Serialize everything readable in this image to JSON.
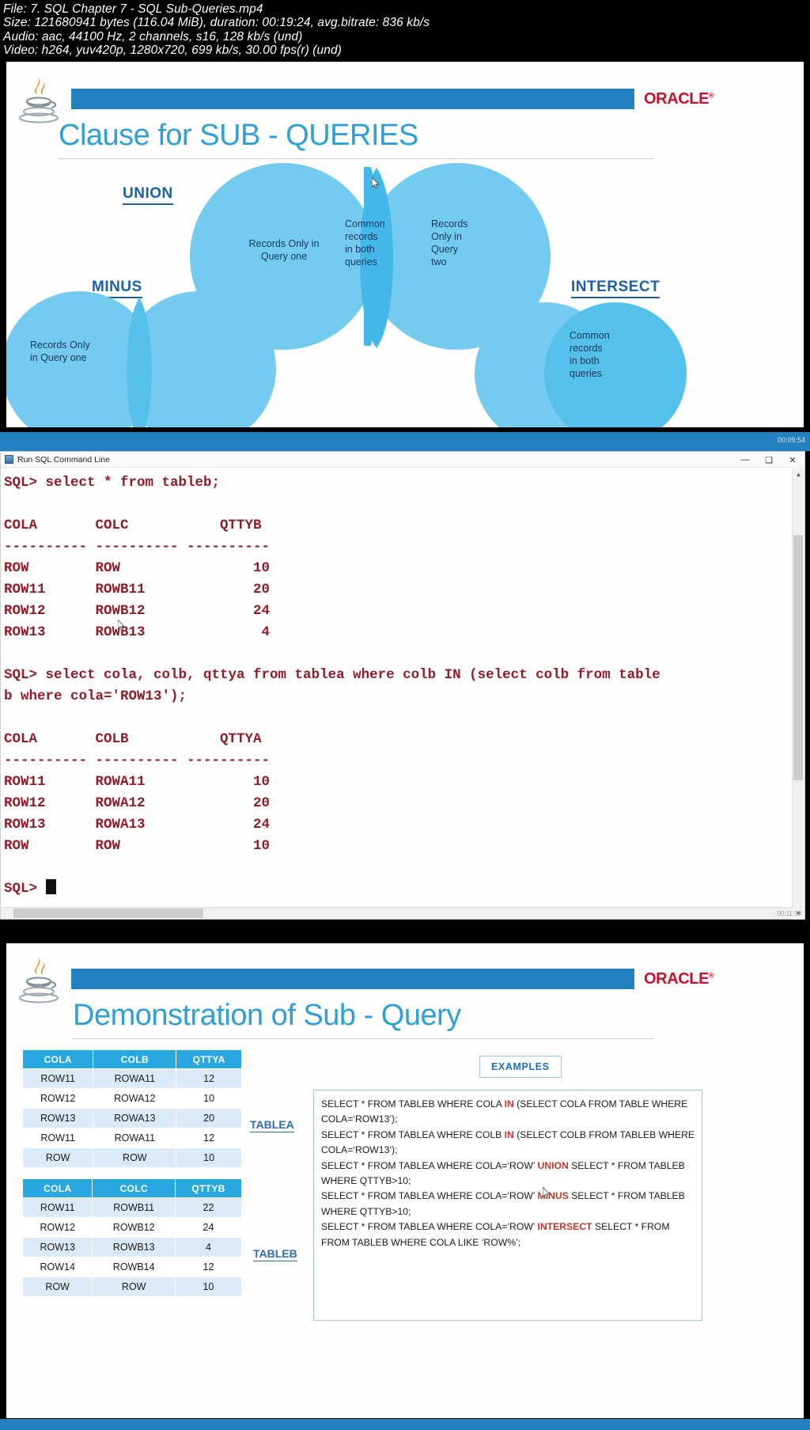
{
  "media_info": {
    "file_line": "File: 7. SQL Chapter 7 - SQL Sub-Queries.mp4",
    "size_line": "Size: 121680941 bytes (116.04 MiB), duration: 00:19:24, avg.bitrate: 836 kb/s",
    "audio_line": "Audio: aac, 44100 Hz, 2 channels, s16, 128 kb/s (und)",
    "video_line": "Video: h264, yuv420p, 1280x720, 699 kb/s, 30.00 fps(r) (und)"
  },
  "slide1": {
    "brand": "ORACLE",
    "brand_mark": "®",
    "title": "Clause for SUB - QUERIES",
    "labels": {
      "union": "UNION",
      "minus": "MINUS",
      "intersect": "INTERSECT"
    },
    "union_texts": {
      "left": "Records Only in\nQuery one",
      "middle": "Common\nrecords\nin both\nqueries",
      "right": "Records\nOnly in\nQuery\ntwo"
    },
    "minus_text": "Records Only\nin Query one",
    "intersect_text": "Common\nrecords\nin both\nqueries"
  },
  "terminal": {
    "window_title": "Run SQL Command Line",
    "top_timestamp": "00:09:54",
    "bottom_timestamp": "00:11:38",
    "minimize_label": "—",
    "maximize_label": "❑",
    "close_label": "✕",
    "lines": [
      "SQL> select * from tableb;",
      "",
      "COLA       COLC           QTTYB",
      "---------- ---------- ----------",
      "ROW        ROW                10",
      "ROW11      ROWB11             20",
      "ROW12      ROWB12             24",
      "ROW13      ROWB13              4",
      "",
      "SQL> select cola, colb, qttya from tablea where colb IN (select colb from table",
      "b where cola='ROW13');",
      "",
      "COLA       COLB           QTTYA",
      "---------- ---------- ----------",
      "ROW11      ROWA11             10",
      "ROW12      ROWA12             20",
      "ROW13      ROWA13             24",
      "ROW        ROW                10",
      "",
      "SQL> "
    ]
  },
  "slide3": {
    "brand": "ORACLE",
    "brand_mark": "®",
    "title": "Demonstration of Sub - Query",
    "examples_button": "EXAMPLES",
    "tablea_link": "TABLEA",
    "tableb_link": "TABLEB",
    "tablea": {
      "headers": [
        "COLA",
        "COLB",
        "QTTYA"
      ],
      "rows": [
        [
          "ROW11",
          "ROWA11",
          "12"
        ],
        [
          "ROW12",
          "ROWA12",
          "10"
        ],
        [
          "ROW13",
          "ROWA13",
          "20"
        ],
        [
          "ROW11",
          "ROWA11",
          "12"
        ],
        [
          "ROW",
          "ROW",
          "10"
        ]
      ]
    },
    "tableb": {
      "headers": [
        "COLA",
        "COLC",
        "QTTYB"
      ],
      "rows": [
        [
          "ROW11",
          "ROWB11",
          "22"
        ],
        [
          "ROW12",
          "ROWB12",
          "24"
        ],
        [
          "ROW13",
          "ROWB13",
          "4"
        ],
        [
          "ROW14",
          "ROWB14",
          "12"
        ],
        [
          "ROW",
          "ROW",
          "10"
        ]
      ]
    },
    "examples": [
      {
        "pre": "SELECT * FROM TABLEB WHERE COLA ",
        "kw": "IN",
        "post": " (SELECT COLA FROM TABLE WHERE COLA=‘ROW13’);"
      },
      {
        "pre": "SELECT * FROM TABLEA WHERE COLB ",
        "kw": "IN",
        "post": " (SELECT COLB FROM TABLEB WHERE COLA=‘ROW13’);"
      },
      {
        "pre": "SELECT * FROM TABLEA WHERE COLA=‘ROW’ ",
        "kw": "UNION",
        "post": " SELECT * FROM TABLEB WHERE QTTYB>10;"
      },
      {
        "pre": "SELECT * FROM TABLEA WHERE COLA=‘ROW’ ",
        "kw": "MINUS",
        "post": " SELECT * FROM TABLEB WHERE QTTYB>10;"
      },
      {
        "pre": "SELECT * FROM TABLEA WHERE COLA=‘ROW’ ",
        "kw": "INTERSECT",
        "post": " SELECT * FROM FROM TABLEB WHERE COLA LIKE ‘ROW%’;"
      }
    ]
  },
  "colors": {
    "brand_blue": "#2481c0",
    "title_blue": "#2f9fd6",
    "venn_fill": "#74cbef",
    "venn_overlap": "#44b8e8",
    "oracle_red": "#c8102e",
    "terminal_text": "#8f1c29",
    "header_teal": "#29a8df"
  }
}
